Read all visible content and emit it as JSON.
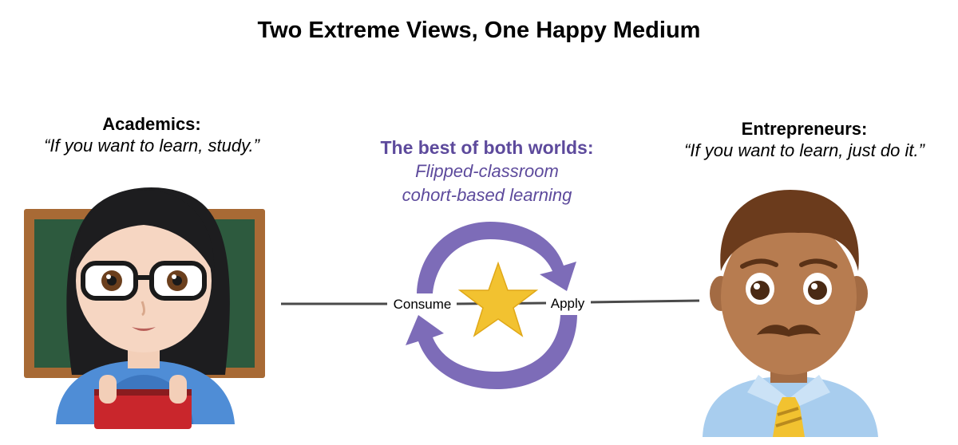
{
  "title": "Two Extreme Views, One Happy Medium",
  "academics": {
    "name": "Academics:",
    "quote": "“If you want to learn, study.”",
    "icon": "teacher-emoji"
  },
  "entrepreneurs": {
    "name": "Entrepreneurs:",
    "quote": "“If you want to learn, just do it.”",
    "icon": "businessman-emoji"
  },
  "center": {
    "heading": "The best of both worlds:",
    "line1": "Flipped-classroom",
    "line2": "cohort-based learning"
  },
  "cycle": {
    "left_label": "Consume",
    "right_label": "Apply",
    "icon": "star-icon"
  },
  "colors": {
    "accent_purple": "#5d4a9c",
    "arrow_purple": "#7d6cb8",
    "star_gold": "#f2c230",
    "line_gray": "#4a4a4a"
  }
}
